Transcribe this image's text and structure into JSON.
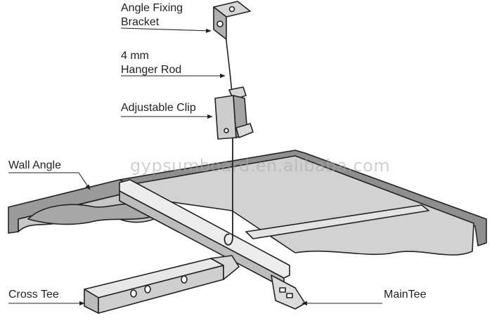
{
  "labels": {
    "angle_fixing_bracket": [
      "Angle Fixing",
      "Bracket"
    ],
    "hanger_rod": [
      "4 mm",
      "Hanger Rod"
    ],
    "adjustable_clip": "Adjustable Clip",
    "wall_angle": "Wall Angle",
    "cross_tee": "Cross Tee",
    "main_tee": "MainTee"
  },
  "watermark": "gypsumboard.en.alibaba.com",
  "colors": {
    "outline": "#222222",
    "panel": "#d4d4d4",
    "panel_shade": "#9a9a9a",
    "metal": "#e6e6e6",
    "metal_dark": "#8c8c8c"
  }
}
